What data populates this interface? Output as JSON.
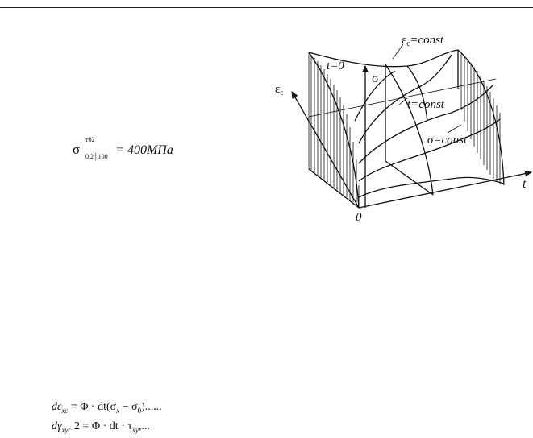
{
  "header": {
    "rule": "top-rule"
  },
  "formula_yield": {
    "symbol": "σ",
    "superscript": "т02",
    "subscript": "0.2│100",
    "rest": "= 400МПа"
  },
  "formula_list": {
    "line1": "dε",
    "line1_sub": "хс",
    "line1_rest": " = Φ · dt(σ",
    "line1_sub2": "x",
    "line1_tail": " − σ",
    "line1_sub3": "0",
    "line1_end": ")......",
    "line2": "dγ",
    "line2_sub": "xyc",
    "line2_mid": "  2 = Φ · dt · τ",
    "line2_sub2": "xy",
    "line2_end": ",..."
  },
  "diagram": {
    "axis_labels": {
      "sigma": "σ",
      "eps": "ε",
      "eps_sub": "c",
      "t": "t",
      "origin": "0"
    },
    "curve_labels": {
      "eps_const": "ε",
      "eps_const_sub": "c",
      "eps_const_rest": "=const",
      "t_zero": "t=0",
      "t_const": "t=const",
      "sigma_const": "σ=const"
    }
  }
}
